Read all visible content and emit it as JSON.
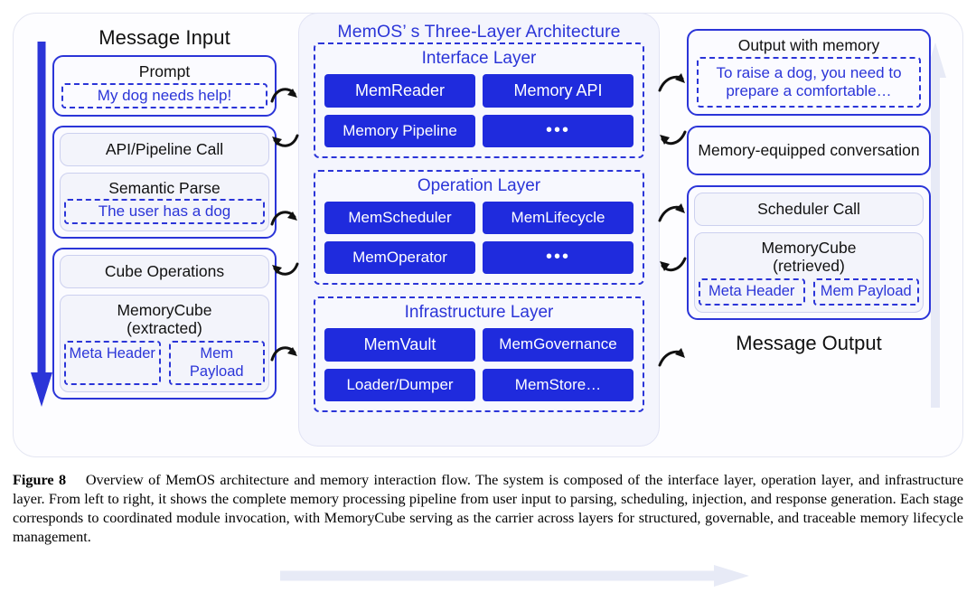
{
  "figure": {
    "caption_label": "Figure 8",
    "caption_text": "Overview of MemOS architecture and memory interaction flow. The system is composed of the interface layer, operation layer, and infrastructure layer. From left to right, it shows the complete memory processing pipeline from user input to parsing, scheduling, injection, and response generation. Each stage corresponds to coordinated module invocation, with MemoryCube serving as the carrier across layers for structured, governable, and traceable memory lifecycle management."
  },
  "colors": {
    "accent_blue": "#2b35d8",
    "chip_blue": "#1f2bdd",
    "panel_bg": "#f4f5fd",
    "chip_light": "#f3f4fb"
  },
  "left": {
    "title": "Message Input",
    "groups": [
      {
        "name": "prompt-group",
        "items": [
          {
            "label": "Prompt",
            "quote": "My dog needs help!"
          }
        ]
      },
      {
        "name": "parse-group",
        "items": [
          {
            "label": "API/Pipeline Call",
            "quote": null
          },
          {
            "label": "Semantic Parse",
            "quote": "The user has a dog"
          }
        ]
      },
      {
        "name": "cube-group",
        "items": [
          {
            "label": "Cube Operations",
            "quote": null
          },
          {
            "label": "MemoryCube",
            "sublabel": "(extracted)",
            "cells": [
              "Meta Header",
              "Mem Payload"
            ]
          }
        ]
      }
    ]
  },
  "middle": {
    "title": "MemOS’ s Three-Layer Architecture",
    "layers": [
      {
        "title": "Interface Layer",
        "modules": [
          "MemReader",
          "Memory API",
          "Memory Pipeline",
          "•••"
        ]
      },
      {
        "title": "Operation Layer",
        "modules": [
          "MemScheduler",
          "MemLifecycle",
          "MemOperator",
          "•••"
        ]
      },
      {
        "title": "Infrastructure Layer",
        "modules": [
          "MemVault",
          "MemGovernance",
          "Loader/Dumper",
          "MemStore…"
        ]
      }
    ]
  },
  "right": {
    "title": "Message Output",
    "groups": [
      {
        "label": "Output with memory",
        "quote": "To raise a dog, you need to prepare a comfortable…"
      },
      {
        "label": "Memory-equipped conversation"
      },
      {
        "items": [
          {
            "label": "Scheduler Call"
          },
          {
            "label": "MemoryCube",
            "sublabel": "(retrieved)",
            "cells": [
              "Meta Header",
              "Mem Payload"
            ]
          }
        ]
      }
    ]
  },
  "arrows": {
    "input_flow": "down-arrow-blue",
    "output_flow": "up-arrow-gray",
    "bottom_flow": "right-arrow-gray"
  }
}
